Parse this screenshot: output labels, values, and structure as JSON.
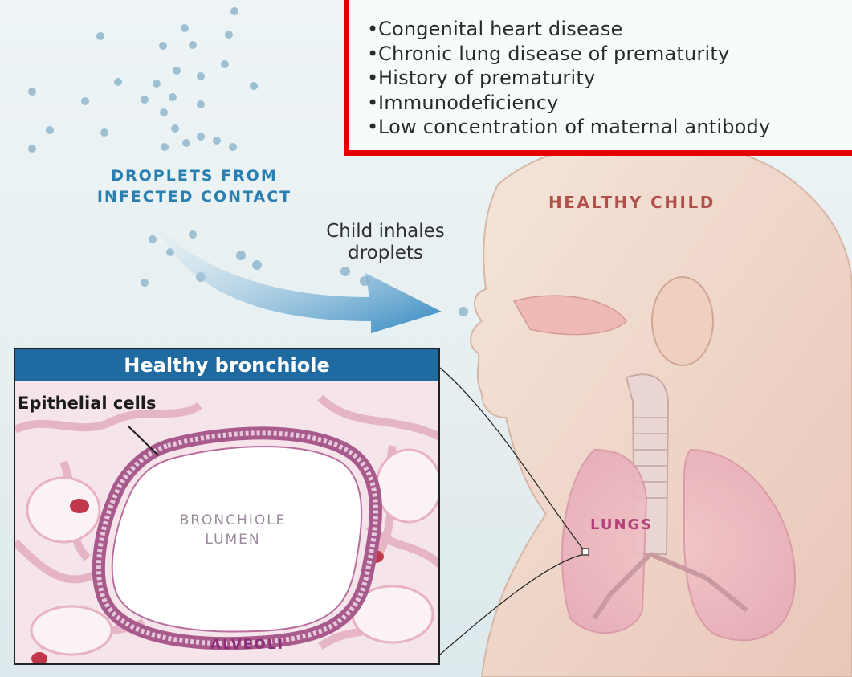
{
  "risk_factors": {
    "items": [
      "Congenital heart disease",
      "Chronic lung disease of prematurity",
      "History of prematurity",
      "Immunodeficiency",
      "Low concentration of maternal antibody"
    ],
    "border_color": "#e50000"
  },
  "labels": {
    "droplets_line1": "DROPLETS FROM",
    "droplets_line2": "INFECTED CONTACT",
    "inhale_line1": "Child inhales",
    "inhale_line2": "droplets",
    "healthy_child": "HEALTHY CHILD",
    "lungs": "LUNGS"
  },
  "inset": {
    "title": "Healthy bronchiole",
    "epithelial_cells": "Epithelial cells",
    "lumen_line1": "BRONCHIOLE",
    "lumen_line2": "LUMEN",
    "alveoli": "ALVEOLI"
  },
  "colors": {
    "inset_header": "#1f6aa0",
    "arrow": "#3d8fc4",
    "droplet": "#8fb7cc",
    "tissue": "#d88aa8"
  }
}
